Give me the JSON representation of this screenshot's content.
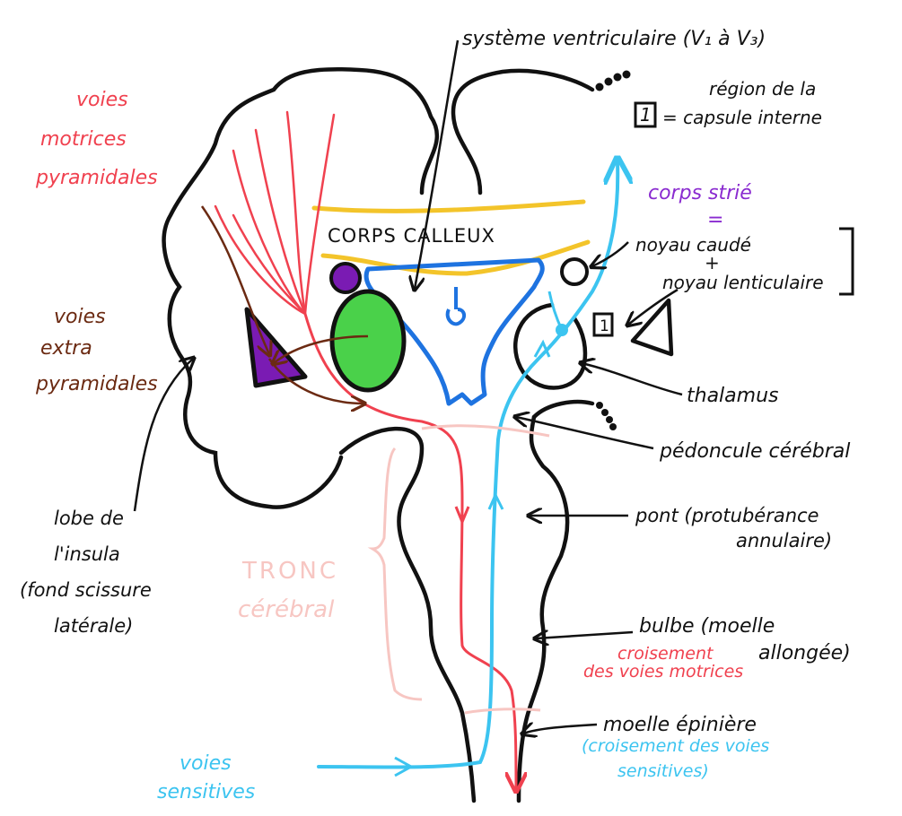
{
  "colors": {
    "black": "#111111",
    "red": "#f0414f",
    "brown": "#6b2a12",
    "cyan": "#3cc4f0",
    "blue": "#1e73e0",
    "yellow": "#f3c42a",
    "purple": "#7a1bb3",
    "green": "#4ad14a",
    "pink": "#f7c6c2",
    "violet_text": "#8a2bd0"
  },
  "labels": {
    "voies_motrices_1": "voies",
    "voies_motrices_2": "motrices",
    "voies_motrices_3": "pyramidales",
    "voies_extra_1": "voies",
    "voies_extra_2": "extra",
    "voies_extra_3": "pyramidales",
    "lobe_1": "lobe de",
    "lobe_2": "l'insula",
    "lobe_3": "(fond scissure",
    "lobe_4": "latérale)",
    "voies_sens_1": "voies",
    "voies_sens_2": "sensitives",
    "systeme": "système ventriculaire (V₁ à V₃)",
    "region_1": "région de la",
    "region_box": "1",
    "region_2": "= capsule interne",
    "corps_strie": "corps strié",
    "corps_strie_eq": "=",
    "noyau_caude": "noyau caudé",
    "plus": "+",
    "noyau_lent": "noyau lenticulaire",
    "box_1": "1",
    "thalamus": "thalamus",
    "pedoncule": "pédoncule cérébral",
    "pont_1": "pont (protubérance",
    "pont_2": "annulaire)",
    "bulbe_1": "bulbe (moelle",
    "bulbe_2": "allongée)",
    "croisement_mot_1": "croisement",
    "croisement_mot_2": "des voies motrices",
    "moelle": "moelle épinière",
    "croisement_sens_1": "(croisement des voies",
    "croisement_sens_2": "sensitives)",
    "corps_calleux": "CORPS CALLEUX",
    "tronc_1": "TRONC",
    "tronc_2": "cérébral",
    "dots_top": "....",
    "dots_mid": "...."
  }
}
